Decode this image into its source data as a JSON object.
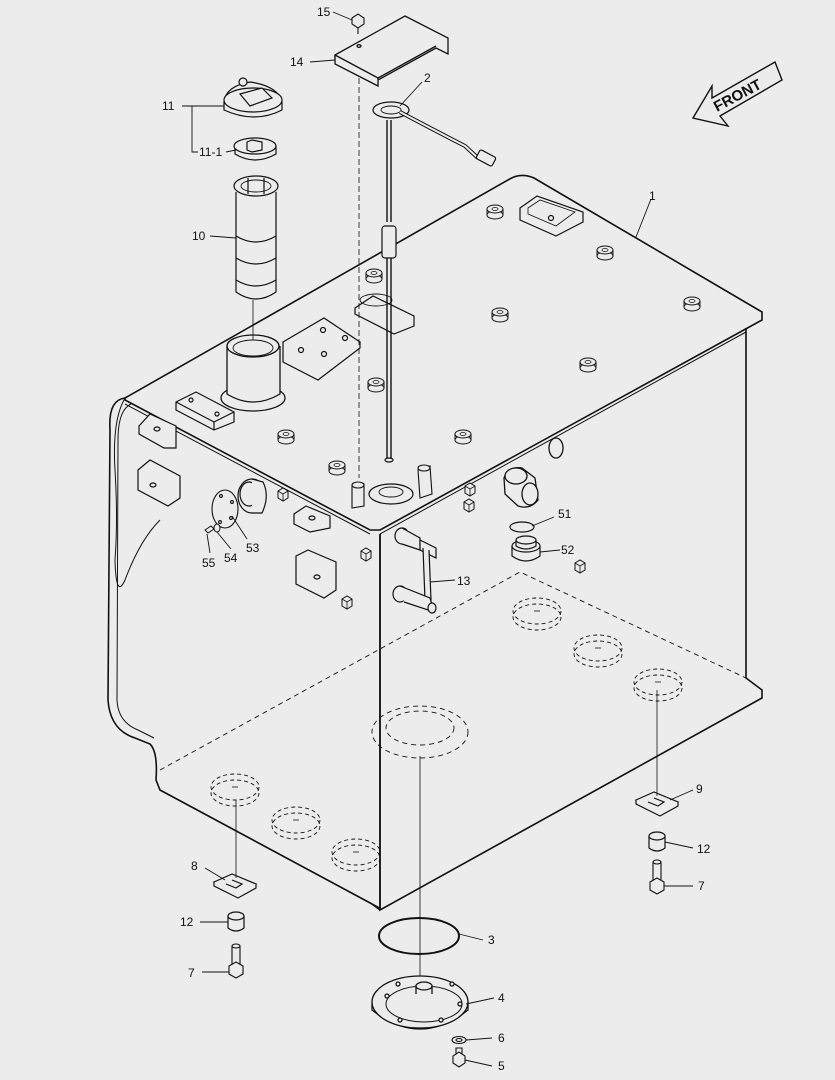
{
  "direction_label": "FRONT",
  "callouts": {
    "c1": "1",
    "c2": "2",
    "c3": "3",
    "c4": "4",
    "c5": "5",
    "c6": "6",
    "c7a": "7",
    "c7b": "7",
    "c8": "8",
    "c9": "9",
    "c10": "10",
    "c11": "11",
    "c11_1": "11-1",
    "c12a": "12",
    "c12b": "12",
    "c13": "13",
    "c14": "14",
    "c15": "15",
    "c51": "51",
    "c52": "52",
    "c53": "53",
    "c54": "54",
    "c55": "55"
  }
}
